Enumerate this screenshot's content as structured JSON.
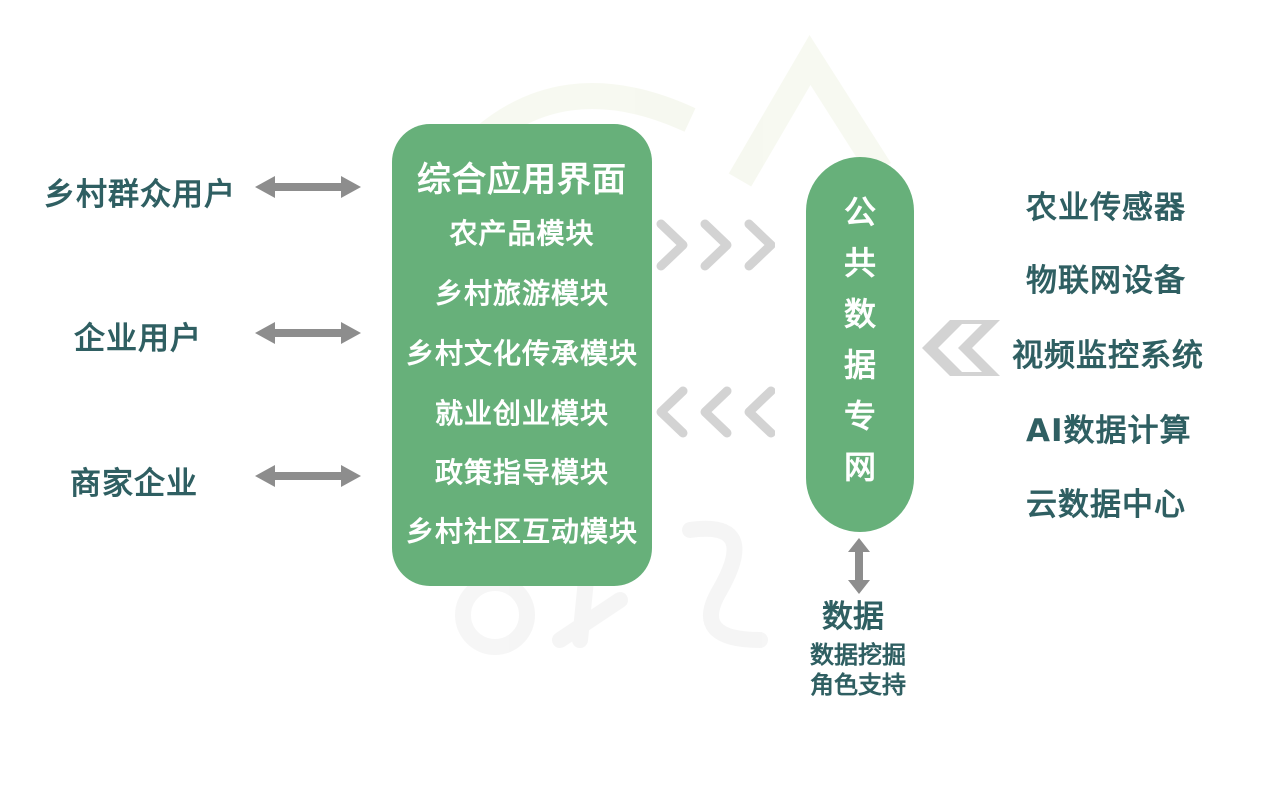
{
  "user_types": [
    "乡村群众用户",
    "企业用户",
    "商家企业"
  ],
  "app": {
    "title": "综合应用界面",
    "modules": [
      "农产品模块",
      "乡村旅游模块",
      "乡村文化传承模块",
      "就业创业模块",
      "政策指导模块",
      "乡村社区互动模块"
    ]
  },
  "network": {
    "label": "公共数据专网"
  },
  "sources": [
    "农业传感器",
    "物联网设备",
    "视频监控系统",
    "AI数据计算",
    "云数据中心"
  ],
  "data_output": {
    "title": "数据",
    "lines": [
      "数据挖掘",
      "角色支持"
    ]
  },
  "colors": {
    "box": "#67b07a",
    "text": "#2f5f62",
    "arrow": "#8d8d8d",
    "chevron": "#d3d3d3"
  }
}
